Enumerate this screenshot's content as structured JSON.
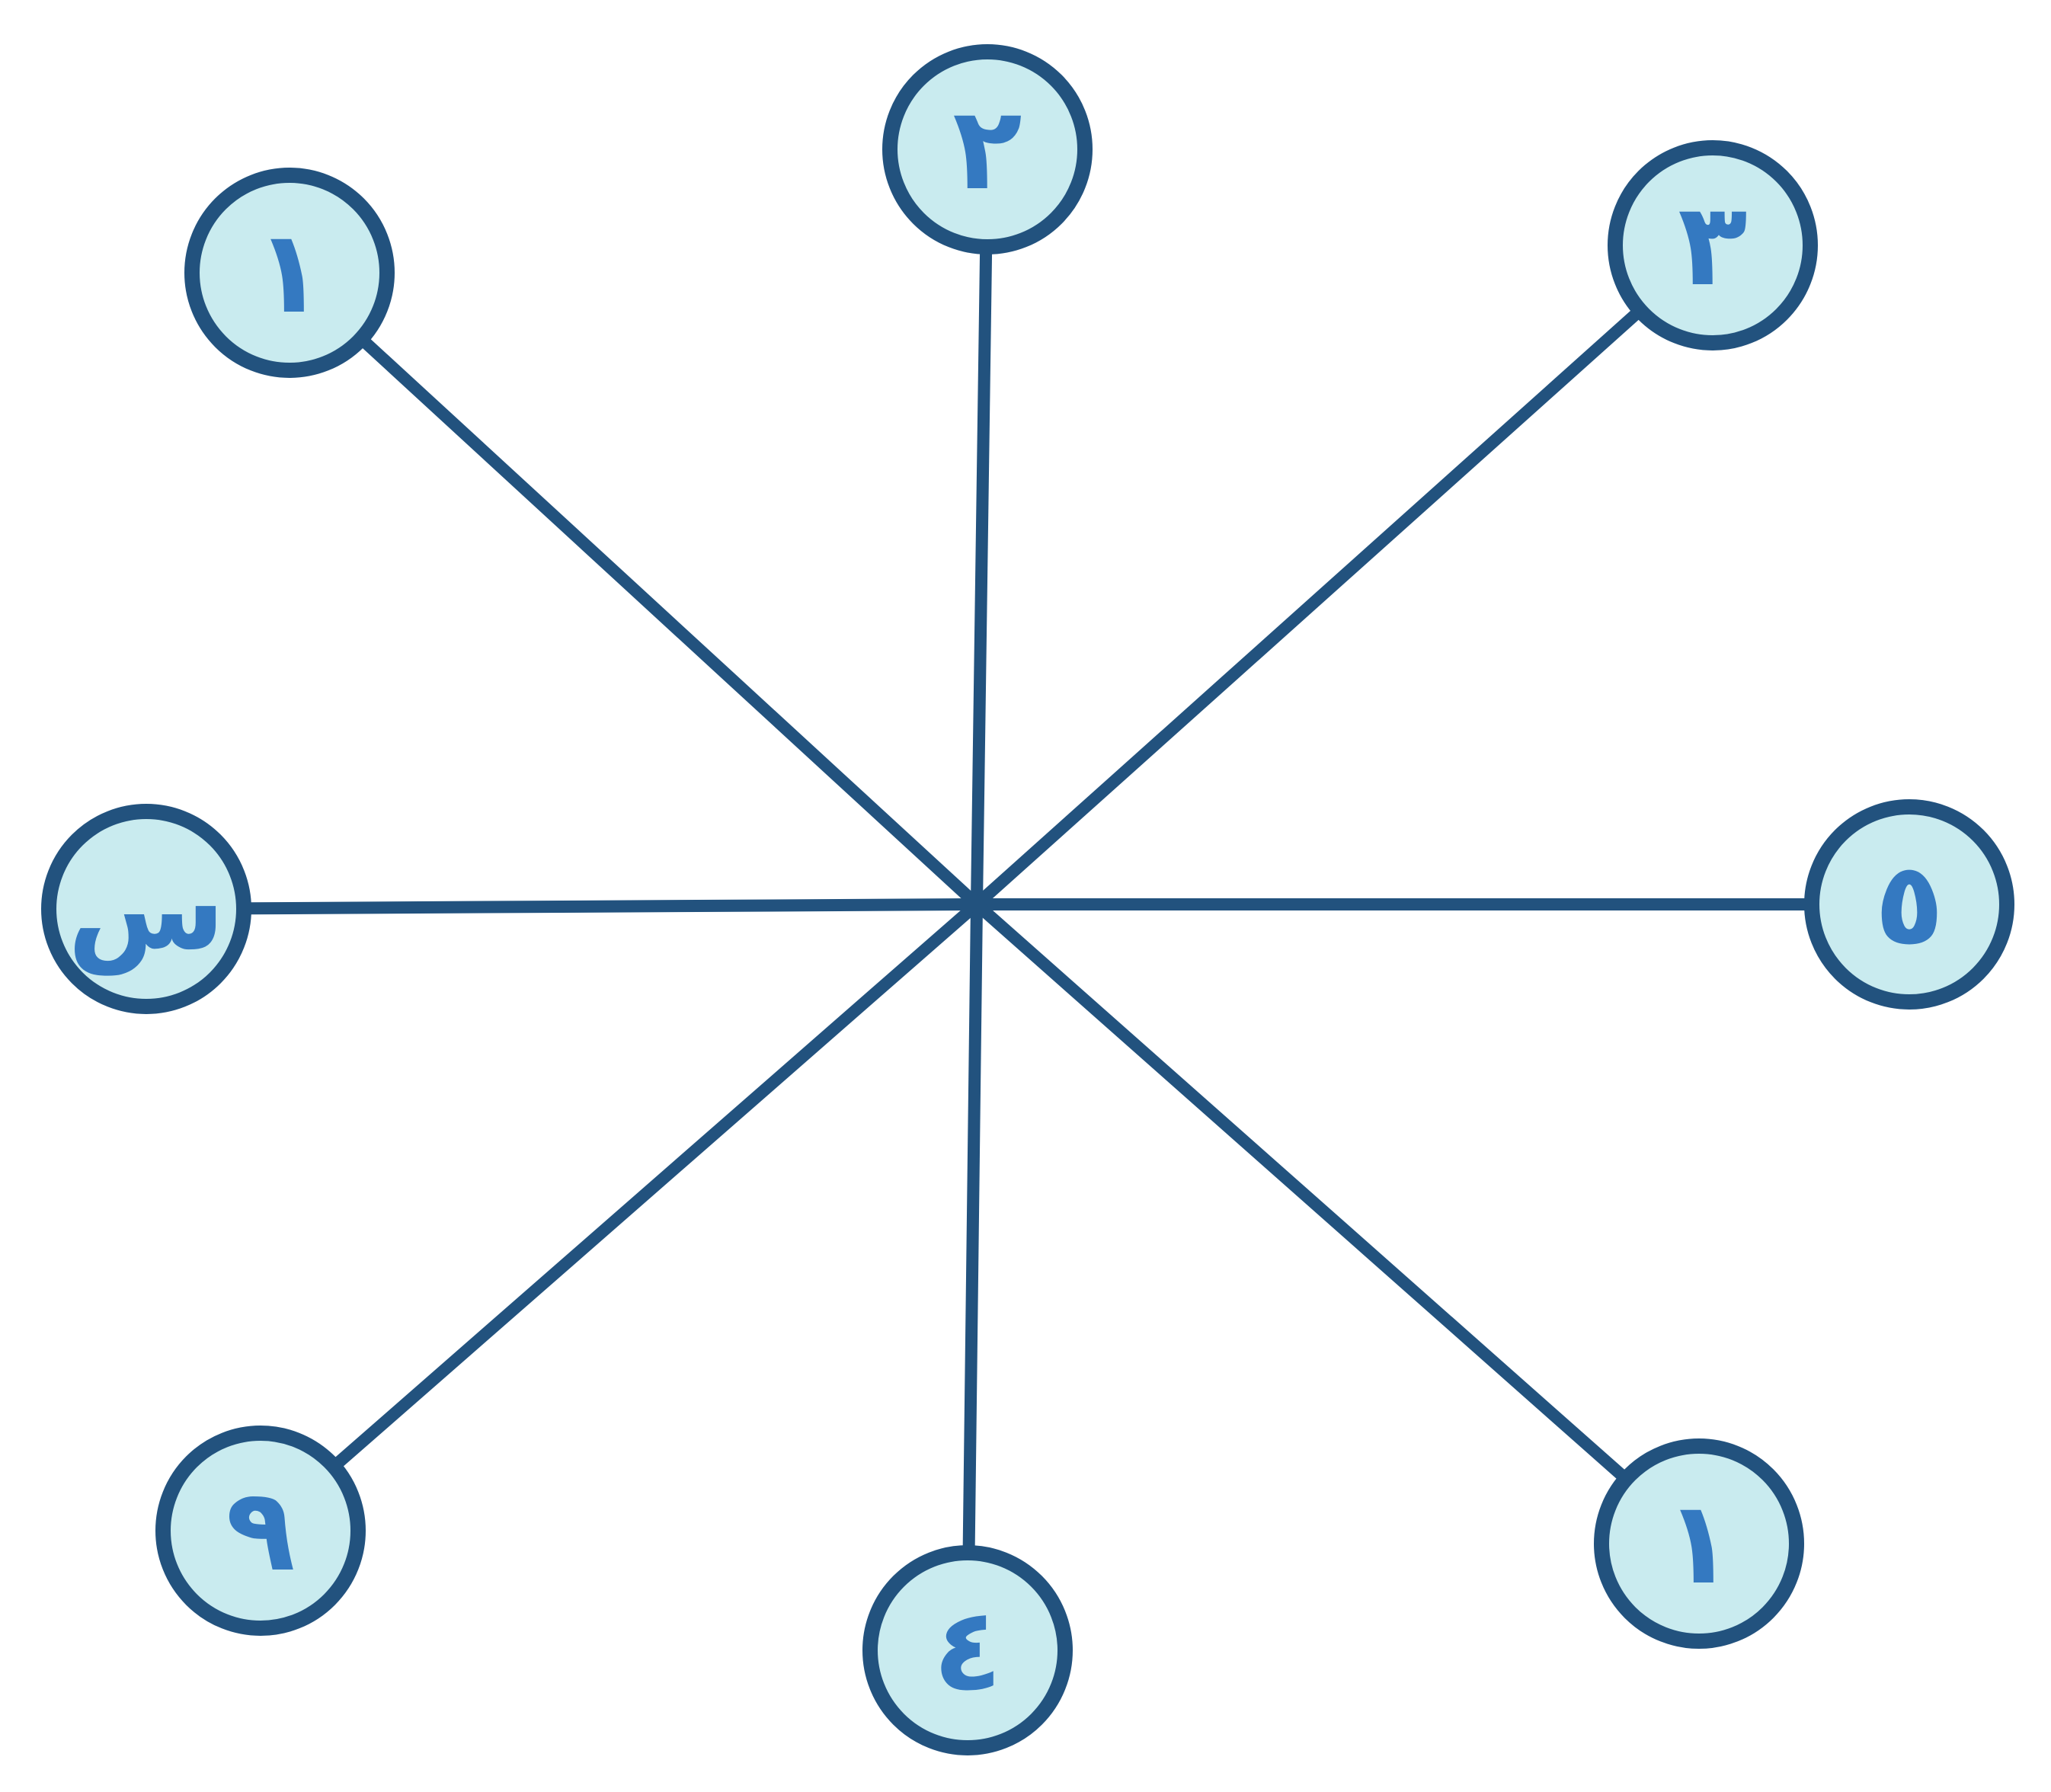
{
  "colors": {
    "line": "#22527e",
    "node_fill": "#c9ebef",
    "node_stroke": "#22527e",
    "label": "#3479c1",
    "background": "#ffffff"
  },
  "hub": {
    "name": "center-hub"
  },
  "nodes": [
    {
      "id": "top-left",
      "label": "١"
    },
    {
      "id": "top",
      "label": "٢"
    },
    {
      "id": "top-right",
      "label": "٣"
    },
    {
      "id": "right",
      "label": "٥"
    },
    {
      "id": "bottom-right",
      "label": "١"
    },
    {
      "id": "bottom",
      "label": "٤"
    },
    {
      "id": "bottom-left",
      "label": "٩"
    },
    {
      "id": "left",
      "label": "س"
    }
  ]
}
